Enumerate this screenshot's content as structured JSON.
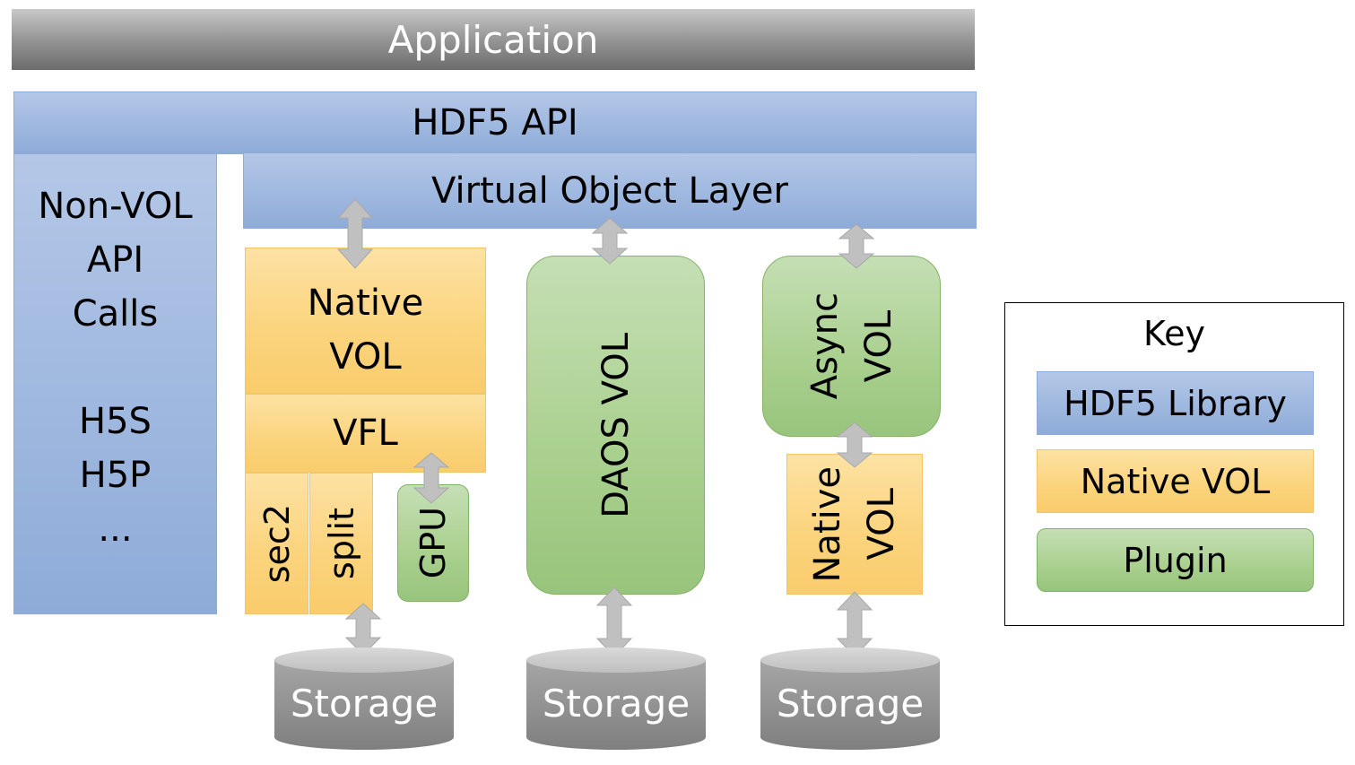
{
  "application": "Application",
  "hdf5_api": "HDF5 API",
  "vol_layer": "Virtual Object Layer",
  "non_vol": [
    "Non-VOL",
    "API",
    "Calls",
    "",
    "H5S",
    "H5P",
    "..."
  ],
  "native_vol": [
    "Native",
    "VOL"
  ],
  "vfl": "VFL",
  "drivers": {
    "sec2": "sec2",
    "split": "split",
    "gpu": "GPU"
  },
  "daos_vol": "DAOS VOL",
  "async_vol": [
    "Async",
    "VOL"
  ],
  "async_native_vol": [
    "Native",
    "VOL"
  ],
  "storage": [
    "Storage",
    "Storage",
    "Storage"
  ],
  "key": {
    "title": "Key",
    "items": [
      "HDF5 Library",
      "Native VOL",
      "Plugin"
    ]
  },
  "colors": {
    "hdf5_library": "#b4c7e7",
    "native_vol": "#fcd98e",
    "plugin": "#a9d08e",
    "application": "#8c8c8c",
    "storage": "#8c8c8c",
    "arrow": "#c0c0c0"
  }
}
